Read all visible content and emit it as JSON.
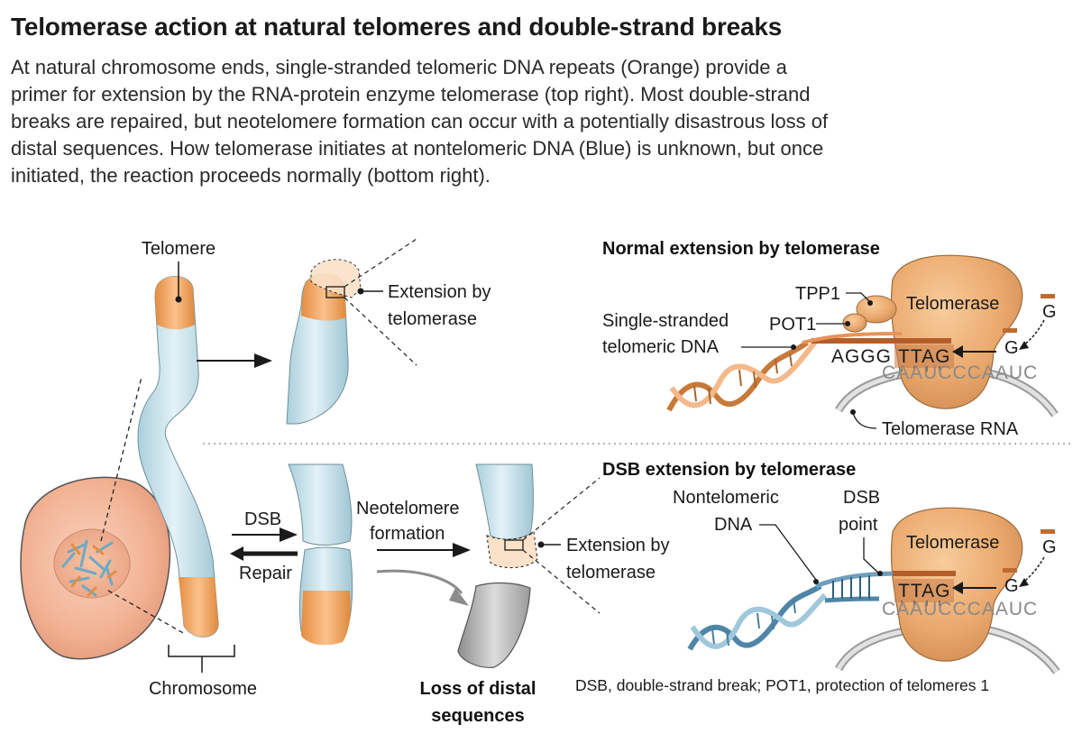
{
  "title": "Telomerase action at natural telomeres and double-strand breaks",
  "caption_lines": [
    "At natural chromosome ends, single-stranded telomeric DNA repeats (Orange) provide a",
    "primer for extension by the RNA-protein enzyme telomerase (top right). Most double-strand",
    "breaks are repaired, but neotelomere formation can occur with a potentially disastrous loss of",
    "distal sequences. How telomerase initiates at nontelomeric DNA (Blue) is unknown, but once",
    "initiated, the reaction proceeds normally (bottom right)."
  ],
  "labels": {
    "telomere": "Telomere",
    "chromosome": "Chromosome",
    "extension_by": "Extension by",
    "telomerase_lc": "telomerase",
    "dsb": "DSB",
    "repair": "Repair",
    "neotelomere": "Neotelomere",
    "formation": "formation",
    "loss_line1": "Loss of distal",
    "loss_line2": "sequences"
  },
  "top_panel": {
    "heading": "Normal extension by telomerase",
    "tpp1": "TPP1",
    "pot1": "POT1",
    "ss_line1": "Single-stranded",
    "ss_line2": "telomeric DNA",
    "enzyme": "Telomerase",
    "dna_seq_a": "AGGG",
    "dna_seq_b": "TTAG",
    "rna_seq": "CAAUCCCAAUC",
    "nucleotide": "G",
    "rna_label": "Telomerase RNA"
  },
  "bottom_panel": {
    "heading": "DSB extension by telomerase",
    "nontelo_line1": "Nontelomeric",
    "nontelo_line2": "DNA",
    "dsb_line1": "DSB",
    "dsb_line2": "point",
    "enzyme": "Telomerase",
    "dna_seq": "TTAG",
    "rna_seq": "CAAUCCCAAUC",
    "nucleotide": "G"
  },
  "footnote": "DSB, double-strand break; POT1, protection of telomeres 1",
  "colors": {
    "telomere_orange": "#f2a45e",
    "chromosome_blue": "#cfe6ee",
    "enzyme_tan": "#e9ab72",
    "nontelomeric_blue": "#7fb2cf",
    "cell_pink": "#f1b596",
    "lost_gray": "#b4b4b4"
  }
}
